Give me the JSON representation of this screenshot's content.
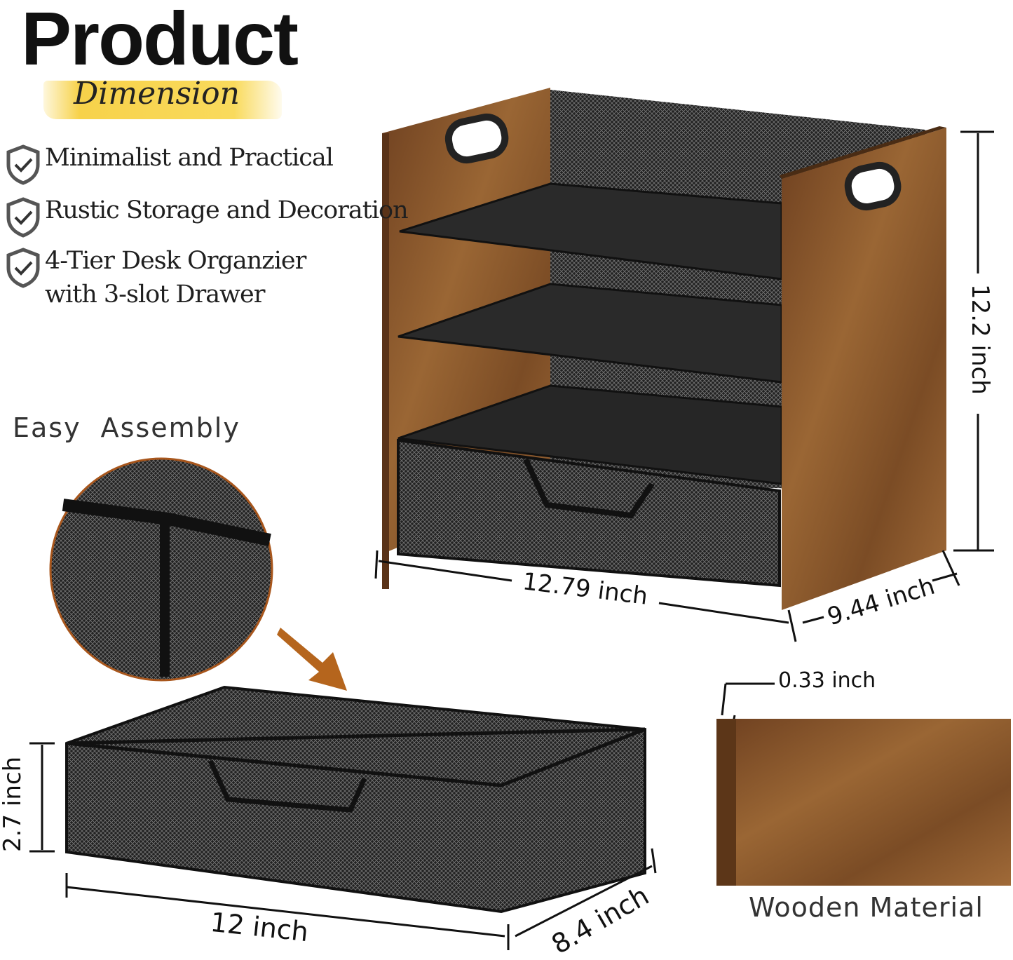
{
  "header": {
    "title": "Product",
    "subtitle": "Dimension"
  },
  "features": [
    {
      "icon": "shield-check-icon",
      "lines": [
        "Minimalist and Practical"
      ]
    },
    {
      "icon": "shield-check-icon",
      "lines": [
        "Rustic Storage and Decoration"
      ]
    },
    {
      "icon": "shield-check-icon",
      "lines": [
        "4-Tier Desk Organzier",
        "with 3-slot Drawer"
      ]
    }
  ],
  "assembly": {
    "label": "Easy  Assembly"
  },
  "organizer": {
    "height": "12.2 inch",
    "width": "12.79 inch",
    "depth": "9.44 inch"
  },
  "drawer": {
    "height": "2.7 inch",
    "width": "12 inch",
    "depth": "8.4 inch"
  },
  "wood": {
    "thickness": "0.33 inch",
    "label": "Wooden Material"
  },
  "colors": {
    "wood": "#8a5a2e",
    "metal": "#1b1b1b",
    "accent_brush": "#f7d24a",
    "arrow": "#b5651d"
  }
}
